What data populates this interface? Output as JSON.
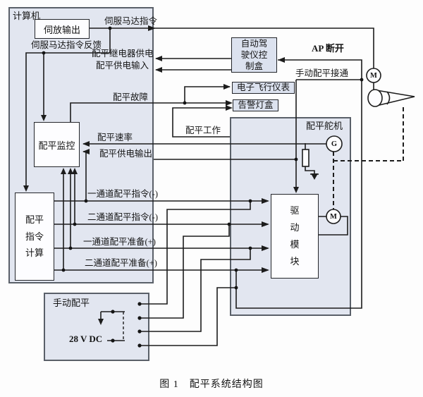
{
  "caption": "图 1　配平系统结构图",
  "boxes": {
    "computer": "计算机",
    "servo_amp": "伺放输出",
    "trim_monitor": "配平监控",
    "trim_cmd_calc": "配平\n指令\n计算",
    "manual_trim": "手动配平",
    "dc_supply": "28 V DC",
    "autopilot": "自动驾\n驶仪控\n制盒",
    "efis": "电子飞行仪表",
    "warning_light": "告警灯盒",
    "trim_servo": "配平舵机",
    "drive_module": "驱\n动\n模\n块"
  },
  "signals": {
    "servo_motor_cmd": "伺服马达指令",
    "servo_motor_cmd_fb": "伺服马达指令反馈",
    "trim_relay_power": "配平继电器供电",
    "trim_power_input": "配平供电输入",
    "trim_fault": "配平故障",
    "trim_rate": "配平速率",
    "trim_power_output": "配平供电输出",
    "trim_working": "配平工作",
    "ch1_trim_cmd": "一通道配平指令(-)",
    "ch2_trim_cmd": "二通道配平指令(-)",
    "ch1_trim_ready": "一通道配平准备(+)",
    "ch2_trim_ready": "二通道配平准备(+)",
    "ap_disconnect": "AP 断开",
    "manual_trim_engage": "手动配平接通"
  },
  "symbols": {
    "motor_top": "M",
    "generator": "G",
    "motor_drive": "M"
  },
  "colors": {
    "box_fill": "#e2e6f0",
    "inner_fill": "#fdfdff",
    "line": "#1c1c1c",
    "border": "#5a6069"
  }
}
